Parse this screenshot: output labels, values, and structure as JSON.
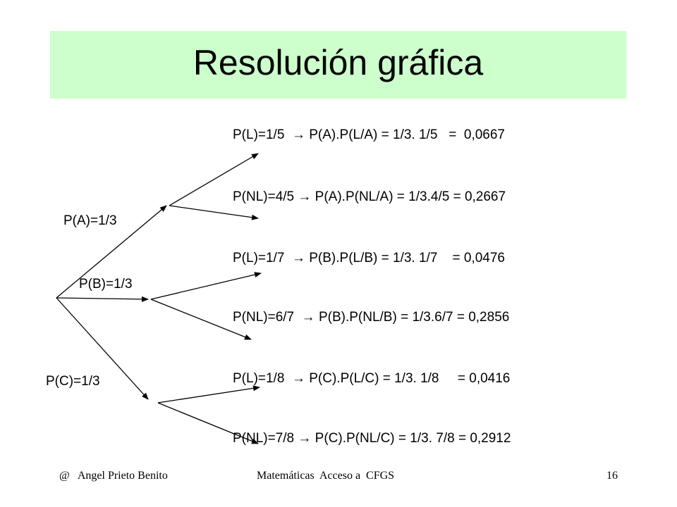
{
  "slide": {
    "title": "Resolución gráfica",
    "colors": {
      "title_band": "#ccffcc"
    }
  },
  "tree": {
    "first_level": [
      "P(A)=1/3",
      "P(B)=1/3",
      "P(C)=1/3"
    ],
    "outcomes": [
      "P(L)=1/5  → P(A).P(L/A) = 1/3. 1/5   =  0,0667",
      "P(NL)=4/5 → P(A).P(NL/A) = 1/3.4/5 = 0,2667",
      "P(L)=1/7  → P(B).P(L/B) = 1/3. 1/7    = 0,0476",
      "P(NL)=6/7  → P(B).P(NL/B) = 1/3.6/7 = 0,2856",
      "P(L)=1/8  → P(C).P(L/C) = 1/3. 1/8     = 0,0416",
      "P(NL)=7/8 → P(C).P(NL/C) = 1/3. 7/8 = 0,2912"
    ]
  },
  "footer": {
    "author": "@   Angel Prieto Benito",
    "course": "Matemáticas  Acceso a  CFGS",
    "page_number": "16"
  }
}
